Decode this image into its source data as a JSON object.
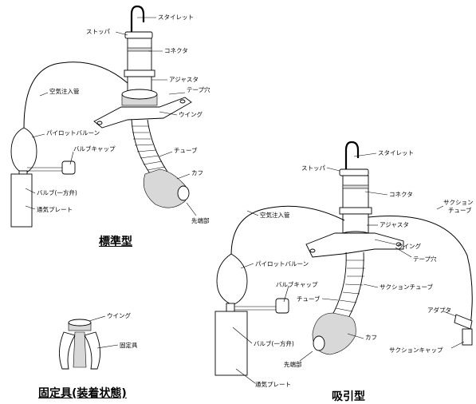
{
  "standard": {
    "caption": "標準型",
    "labels": {
      "stylet": "スタイレット",
      "stopper": "ストッパ",
      "connector": "コネクタ",
      "adjuster": "アジャスタ",
      "tape_hole": "テープ穴",
      "air_tube": "空気注入管",
      "wing": "ウイング",
      "pilot_balloon": "パイロットバルーン",
      "valve_cap": "バルブキャップ",
      "tube": "チューブ",
      "cuff": "カフ",
      "valve": "バルブ(一方弁)",
      "vent_plate": "通気プレート",
      "tip": "先端部"
    }
  },
  "fixture": {
    "caption": "固定具(装着状態)",
    "labels": {
      "wing": "ウイング",
      "fixture": "固定具"
    }
  },
  "suction": {
    "caption": "吸引型",
    "labels": {
      "stylet": "スタイレット",
      "stopper": "ストッパ",
      "connector": "コネクタ",
      "suction_tube_top": "サクション",
      "suction_tube_top2": "チューブ",
      "air_tube": "空気注入管",
      "adjuster": "アジャスタ",
      "wing": "ウイング",
      "tape_hole": "テープ穴",
      "pilot_balloon": "パイロットバルーン",
      "valve_cap": "バルブキャップ",
      "suction_tube": "サクションチューブ",
      "tube": "チューブ",
      "adapter": "アダプタ",
      "cuff": "カフ",
      "valve": "バルブ(一方弁)",
      "suction_cap": "サクションキャップ",
      "tip": "先端部",
      "vent_plate": "通気プレート"
    }
  }
}
